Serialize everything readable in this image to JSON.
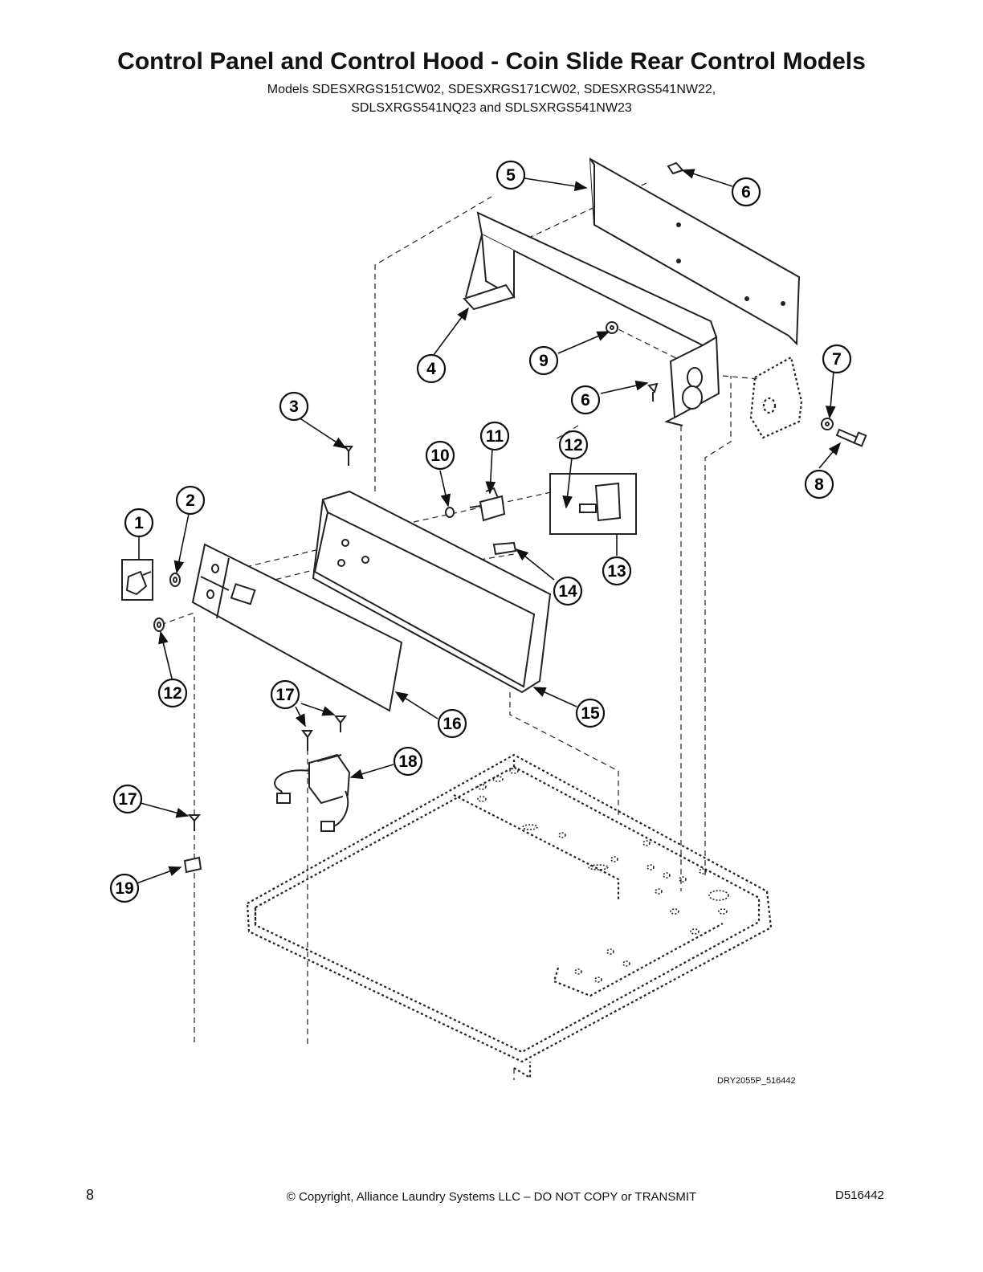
{
  "page": {
    "title": "Control Panel and Control Hood - Coin Slide Rear Control Models",
    "subtitle_line1": "Models SDESXRGS151CW02, SDESXRGS171CW02, SDESXRGS541NW22,",
    "subtitle_line2": "SDLSXRGS541NQ23 and SDLSXRGS541NW23",
    "drawing_code": "DRY2055P_516442",
    "page_number": "8",
    "copyright": "© Copyright, Alliance Laundry Systems LLC – DO NOT COPY or TRANSMIT",
    "document_id": "D516442"
  },
  "callouts": [
    "1",
    "2",
    "3",
    "4",
    "5",
    "6",
    "6",
    "7",
    "8",
    "9",
    "10",
    "11",
    "12",
    "12",
    "13",
    "14",
    "15",
    "16",
    "17",
    "17",
    "18",
    "19"
  ]
}
